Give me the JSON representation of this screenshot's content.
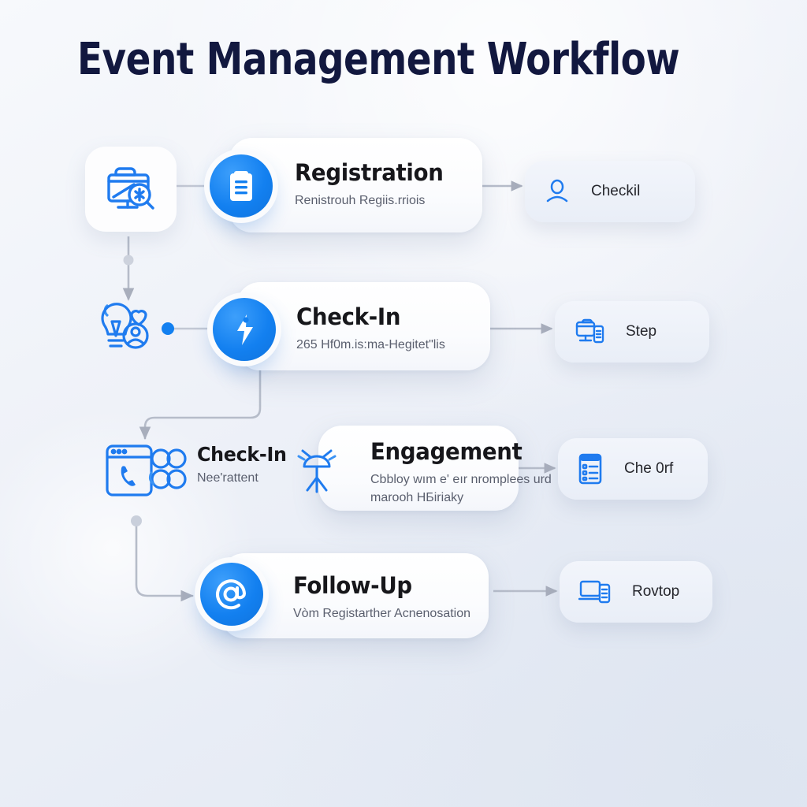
{
  "title": "Event Management Workflow",
  "theme": {
    "accent": "#1380f0",
    "title_color": "#12183f",
    "card_bg": "#ffffff",
    "pill_bg": "#edf1f8",
    "connector": "#b6bcc9",
    "background": "#eef1f7"
  },
  "steps": [
    {
      "id": "registration",
      "title": "Registration",
      "subtitle": "Renistrouh Regiis.rriois",
      "badge_icon": "clipboard-icon",
      "deco_icon": "monitor-search-icon"
    },
    {
      "id": "check-in",
      "title": "Check-In",
      "subtitle": "265 Hf0m.is:ma-Hegitet\"lis",
      "badge_icon": "lightning-bolt-icon",
      "deco_icon": "lightbulb-heart-icon"
    },
    {
      "id": "check-in-inline",
      "title": "Check-In",
      "subtitle": "Nee'rattent",
      "deco_icon": "browser-phone-icon"
    },
    {
      "id": "engagement",
      "title": "Engagement",
      "subtitle": "Cbbloy wım e' eır nromplees urd marooh HБiriaky",
      "deco_icon": "antenna-broadcast-icon"
    },
    {
      "id": "follow-up",
      "title": "Follow-Up",
      "subtitle": "Vòm Registarther Acnenosation",
      "badge_icon": "at-sign-icon"
    }
  ],
  "side_cards": [
    {
      "id": "checkil",
      "label": "Checkil",
      "icon": "user-icon"
    },
    {
      "id": "step",
      "label": "Step",
      "icon": "monitor-device-icon"
    },
    {
      "id": "che-0rf",
      "label": "Che 0rf",
      "icon": "form-list-icon"
    },
    {
      "id": "rovtop",
      "label": "Rovtop",
      "icon": "laptop-tablet-icon"
    }
  ]
}
